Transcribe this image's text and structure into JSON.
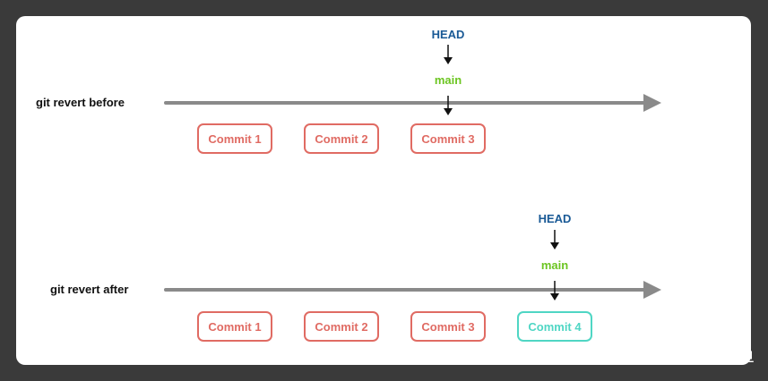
{
  "diagram": {
    "before": {
      "label": "git revert before",
      "commits": [
        "Commit 1",
        "Commit 2",
        "Commit 3"
      ],
      "head": "HEAD",
      "branch": "main"
    },
    "after": {
      "label": "git revert after",
      "commits": [
        "Commit 1",
        "Commit 2",
        "Commit 3",
        "Commit 4"
      ],
      "head": "HEAD",
      "branch": "main"
    }
  },
  "watermark": "掘金技术社区 @ 溪饱鱼",
  "colors": {
    "commit": "#e06b63",
    "new_commit": "#4fd6c4",
    "head": "#1a5a96",
    "branch": "#6cc521",
    "track": "#8a8a8a"
  }
}
